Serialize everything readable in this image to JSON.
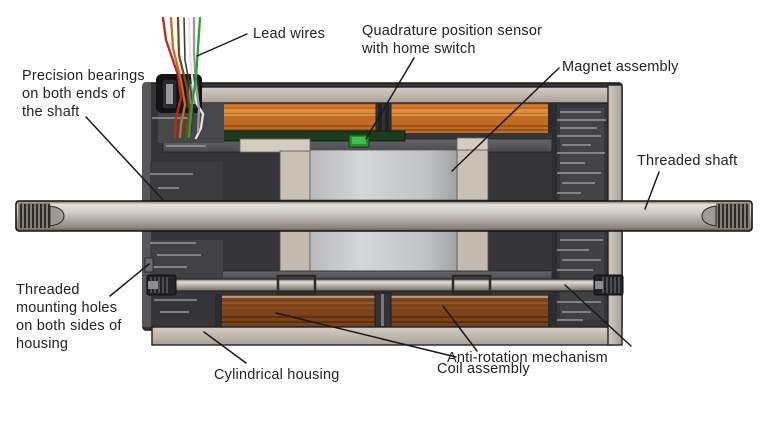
{
  "labels": {
    "lead_wires": "Lead wires",
    "quadrature_sensor_line1": "Quadrature position sensor",
    "quadrature_sensor_line2": "with home switch",
    "magnet_assembly": "Magnet assembly",
    "precision_bearings_line1": "Precision bearings",
    "precision_bearings_line2": "on both ends of",
    "precision_bearings_line3": "the shaft",
    "threaded_shaft": "Threaded shaft",
    "mounting_holes_line1": "Threaded",
    "mounting_holes_line2": "mounting holes",
    "mounting_holes_line3": "on both sides of",
    "mounting_holes_line4": "housing",
    "cylindrical_housing": "Cylindrical housing",
    "coil_assembly": "Coil assembly",
    "anti_rotation": "Anti-rotation mechanism"
  },
  "colors": {
    "coil_upper": "#c06c24",
    "coil_lower": "#7e4218",
    "pcb_green": "#1d3a1f",
    "sensor_green": "#3fc04a",
    "housing_tan": "#c6beb4",
    "cap_dark": "#353538",
    "magnet_silver": "#c6c8ca",
    "carriage_beige": "#c9c0b6",
    "shaft_metal": "#b5afa7",
    "label_text": "#232323",
    "wire_red": "#c22620",
    "wire_orange": "#c47020",
    "wire_brown": "#7a4818",
    "wire_black": "#3d3d3d",
    "wire_white": "#e6e6e6",
    "wire_gray": "#9a9a9a",
    "wire_green": "#2f9e33"
  }
}
